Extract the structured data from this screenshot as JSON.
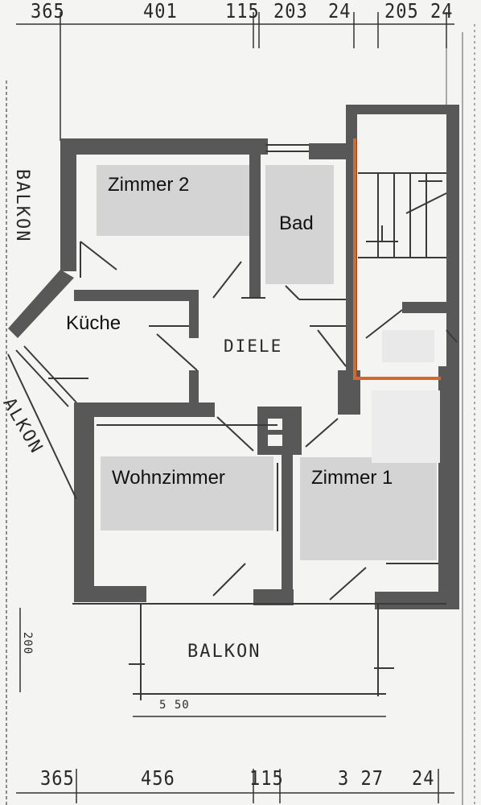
{
  "rooms": {
    "zimmer2": "Zimmer 2",
    "bad": "Bad",
    "kueche": "Küche",
    "diele": "DIELE",
    "wohnzimmer": "Wohnzimmer",
    "zimmer1": "Zimmer 1"
  },
  "balconies": {
    "left_top": "BALKON",
    "left_mid": "ALKON",
    "bottom": "BALKON"
  },
  "dimensions": {
    "top": [
      "365",
      "401",
      "115",
      "203",
      "24",
      "205 24"
    ],
    "bottom": [
      "365",
      "456",
      "115",
      "3 27",
      "24"
    ],
    "balkon_width": "5 50",
    "balkon_depth": "200"
  },
  "colors": {
    "wall": "#585858",
    "label_box": "#d4d4d4",
    "highlight": "#d36a2c"
  }
}
